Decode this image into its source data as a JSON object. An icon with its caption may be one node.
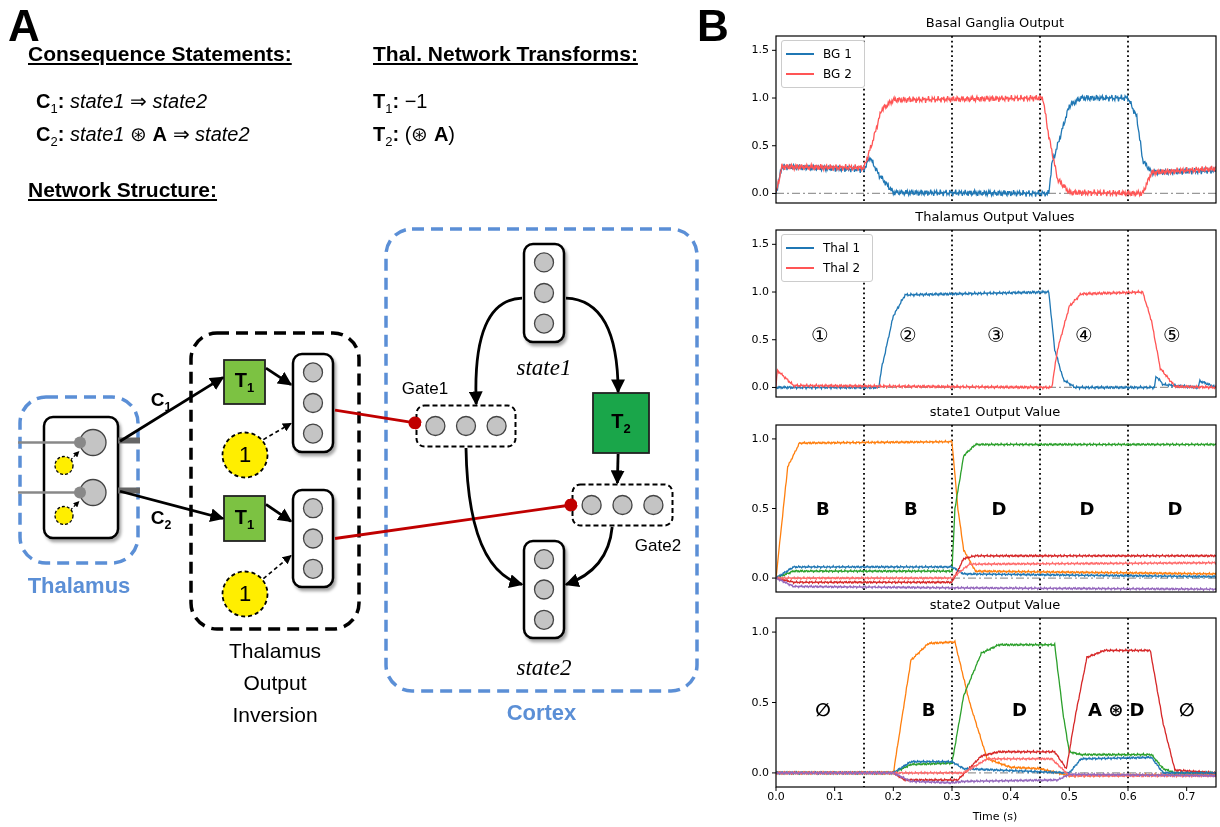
{
  "diagram": {
    "nodes": [
      {
        "text": [
          "Thalamus"
        ]
      },
      {
        "text": [],
        "shape": "box",
        "in": 0
      },
      {
        "text": [
          "Thalamus Output Inversion"
        ]
      },
      {
        "text": [
          "T$_{1}$"
        ],
        "in": 2
      },
      {
        "text": [],
        "shape": "box",
        "in": 2
      },
      {
        "text": [
          "1"
        ],
        "in": 2
      },
      {
        "text": [
          "T$_{1}$"
        ],
        "in": 2
      },
      {
        "text": [],
        "shape": "box",
        "in": 2
      },
      {
        "text": [
          "1"
        ],
        "in": 2
      },
      {
        "text": [
          "Cortex"
        ]
      },
      {
        "text": [
          "state1"
        ],
        "in": 9
      },
      {
        "text": [
          "Gate1"
        ],
        "in": 9
      },
      {
        "text": [
          "T$_{2}$"
        ],
        "in": 9
      },
      {
        "text": [
          "Gate2"
        ],
        "in": 9
      },
      {
        "text": [
          "state2"
        ],
        "in": 9
      }
    ],
    "edges": [
      {
        "from": 1,
        "to": 3,
        "arrow": "to",
        "label": "C$_{1}$"
      },
      {
        "from": 1,
        "to": 6,
        "arrow": "to",
        "label": "C$_{2}$"
      },
      {
        "from": 3,
        "to": 4,
        "arrow": "to"
      },
      {
        "from": 5,
        "to": 4,
        "arrow": "to",
        "style": "dashed"
      },
      {
        "from": 6,
        "to": 7,
        "arrow": "to"
      },
      {
        "from": 8,
        "to": 7,
        "arrow": "to",
        "style": "dashed"
      },
      {
        "from": 4,
        "to": 11,
        "arrow": "other",
        "color": "#c00000"
      },
      {
        "from": 7,
        "to": 13,
        "arrow": "other",
        "color": "#c00000"
      },
      {
        "from": 10,
        "to": 11,
        "arrow": "to"
      },
      {
        "from": 10,
        "to": 12,
        "arrow": "to"
      },
      {
        "from": 12,
        "to": 13,
        "arrow": "to"
      },
      {
        "from": 11,
        "to": 14,
        "arrow": "to"
      },
      {
        "from": 13,
        "to": 14,
        "arrow": "to"
      }
    ],
    "labels": [
      "A",
      "B",
      "Consequence Statements:",
      "**C**$_{1}$**:**  *state1* ⇒ *state2*",
      "**C**$_{2}$**:**  *state1* ⊛ **A** ⇒ *state2*",
      "Thal. Network Transforms:",
      "**T**$_{1}$**:** −1",
      "**T**$_{2}$**:** (⊛ **A**)",
      "Network Structure:",
      "Basal Ganglia Output",
      "1.5",
      "1.0",
      "0.5",
      "0.0",
      "Thalamus Output Values",
      "1.5",
      "1.0",
      "0.5",
      "0.0",
      "①",
      "②",
      "③",
      "④",
      "⑤",
      "state1 Output Value",
      "1.0",
      "0.5",
      "0.0",
      "B",
      "B",
      "D",
      "D",
      "D",
      "state2 Output Value",
      "1.0",
      "0.5",
      "0.0",
      "∅",
      "B",
      "D",
      "A ⊛ D",
      "∅",
      "0.0",
      "0.1",
      "0.2",
      "0.3",
      "0.4",
      "0.5",
      "0.6",
      "0.7",
      "Time (s)"
    ],
    "legend": [
      {
        "text": "BG 1"
      },
      {
        "text": "BG 2"
      },
      {
        "text": "Thal 1"
      },
      {
        "text": "Thal 2"
      }
    ]
  }
}
